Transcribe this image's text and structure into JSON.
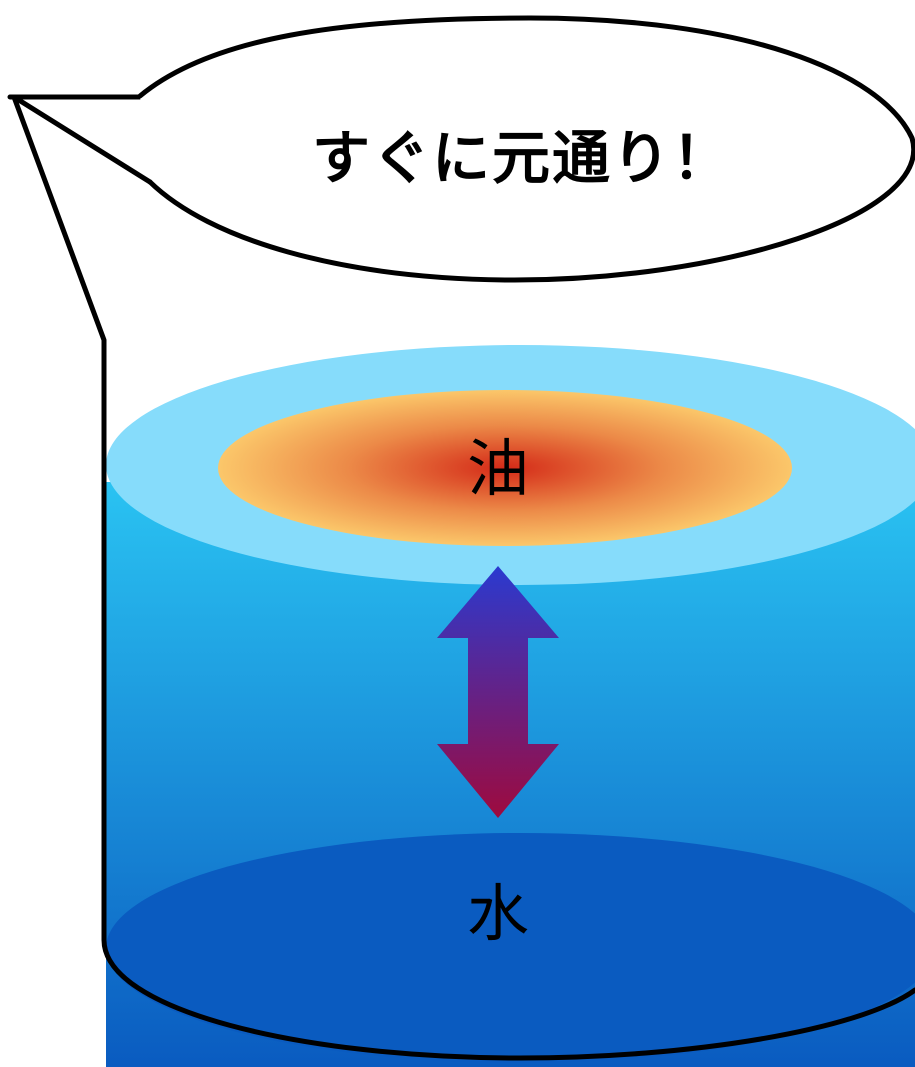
{
  "speech_bubble": {
    "text": "すぐに元通り！"
  },
  "labels": {
    "oil": "油",
    "water": "水"
  },
  "colors": {
    "water_top": "#2ac3f2",
    "water_bottom": "#0a5bc0",
    "surface": "#86dcfb",
    "oil_center": "#d42a18",
    "oil_edge": "#fbc76a",
    "arrow_top": "#2a3ad0",
    "arrow_bottom": "#9e0a3e",
    "outline": "#000000"
  }
}
